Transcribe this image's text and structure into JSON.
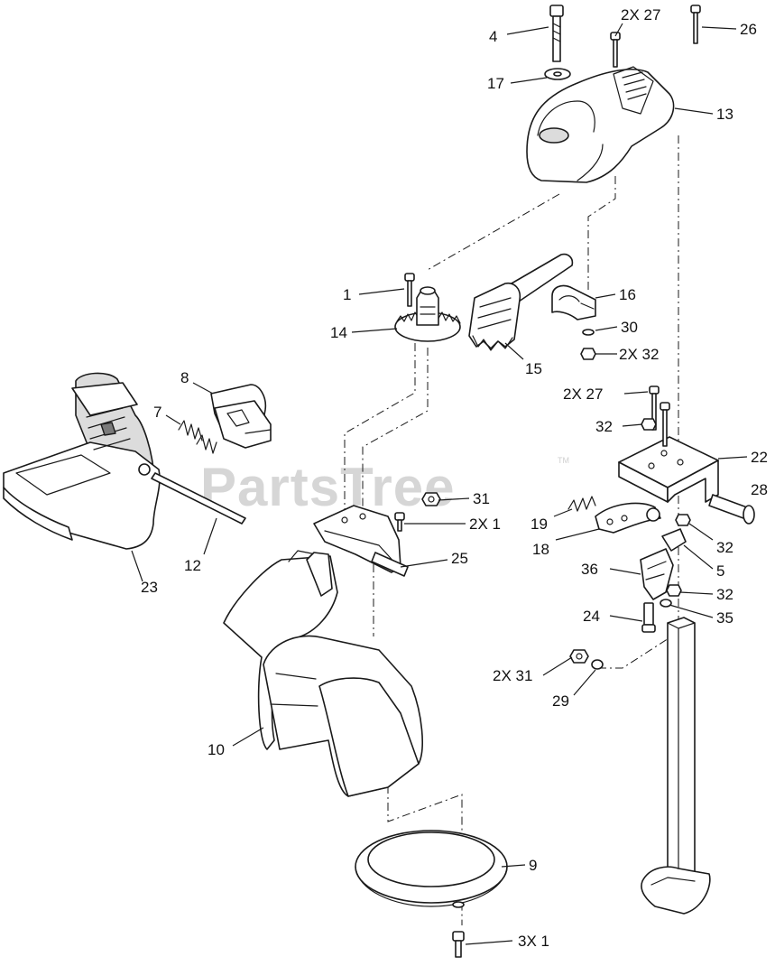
{
  "watermark": {
    "text": "PartsTree",
    "tm": "TM"
  },
  "callouts": [
    {
      "id": "c4",
      "text": "4"
    },
    {
      "id": "c27a",
      "text": "2X 27"
    },
    {
      "id": "c26",
      "text": "26"
    },
    {
      "id": "c17",
      "text": "17"
    },
    {
      "id": "c13",
      "text": "13"
    },
    {
      "id": "c1a",
      "text": "1"
    },
    {
      "id": "c16",
      "text": "16"
    },
    {
      "id": "c14",
      "text": "14"
    },
    {
      "id": "c30",
      "text": "30"
    },
    {
      "id": "c32a",
      "text": "2X 32"
    },
    {
      "id": "c15",
      "text": "15"
    },
    {
      "id": "c8",
      "text": "8"
    },
    {
      "id": "c27b",
      "text": "2X 27"
    },
    {
      "id": "c7",
      "text": "7"
    },
    {
      "id": "c32b",
      "text": "32"
    },
    {
      "id": "c22",
      "text": "22"
    },
    {
      "id": "c31a",
      "text": "31"
    },
    {
      "id": "c28",
      "text": "28"
    },
    {
      "id": "c1b",
      "text": "2X 1"
    },
    {
      "id": "c19",
      "text": "19"
    },
    {
      "id": "c18",
      "text": "18"
    },
    {
      "id": "c32c",
      "text": "32"
    },
    {
      "id": "c25",
      "text": "25"
    },
    {
      "id": "c12",
      "text": "12"
    },
    {
      "id": "c5",
      "text": "5"
    },
    {
      "id": "c23",
      "text": "23"
    },
    {
      "id": "c36",
      "text": "36"
    },
    {
      "id": "c32d",
      "text": "32"
    },
    {
      "id": "c24",
      "text": "24"
    },
    {
      "id": "c35",
      "text": "35"
    },
    {
      "id": "c31b",
      "text": "2X 31"
    },
    {
      "id": "c29",
      "text": "29"
    },
    {
      "id": "c10",
      "text": "10"
    },
    {
      "id": "c9",
      "text": "9"
    },
    {
      "id": "c1c",
      "text": "3X 1"
    }
  ]
}
